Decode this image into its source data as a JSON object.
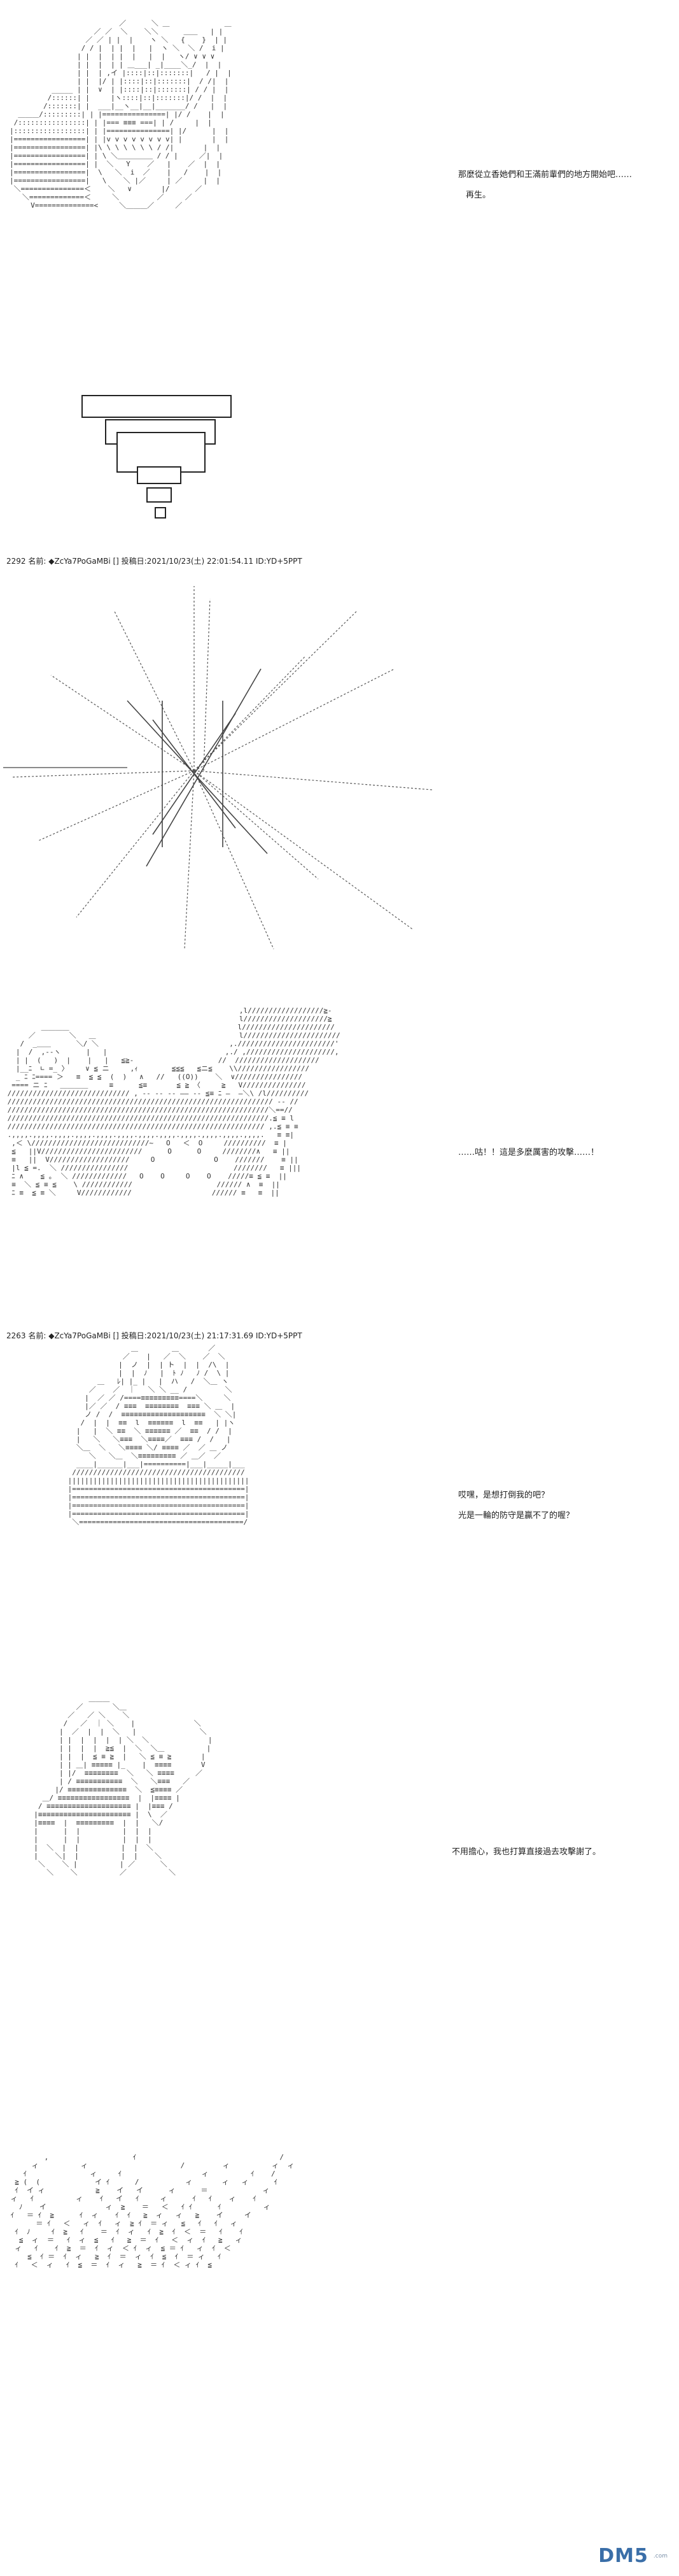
{
  "post_headers": [
    "2292 名前: ◆ZcYa7PoGaMBi [] 投稿日:2021/10/23(土) 22:01:54.11 ID:YD+5PPT",
    "2263 名前: ◆ZcYa7PoGaMBi [] 投稿日:2021/10/23(土) 21:17:31.69 ID:YD+5PPT"
  ],
  "dialogue": {
    "d1_line1": "那麼從立香她們和王滿前輩們的地方開始吧……",
    "d1_line2": "再生。",
    "d2": "……咕！！這是多麼厲害的攻擊……！",
    "d3_line1": "哎嘿，是想打倒我的吧？",
    "d3_line2": "光是一輪的防守是贏不了的喔？",
    "d4": "不用擔心，我也打算直接過去攻擊謝了。"
  },
  "watermark": {
    "text": "DM5",
    "sub": ".com"
  },
  "colors": {
    "ink": "#333333",
    "watermark": "#3a6ea8"
  }
}
